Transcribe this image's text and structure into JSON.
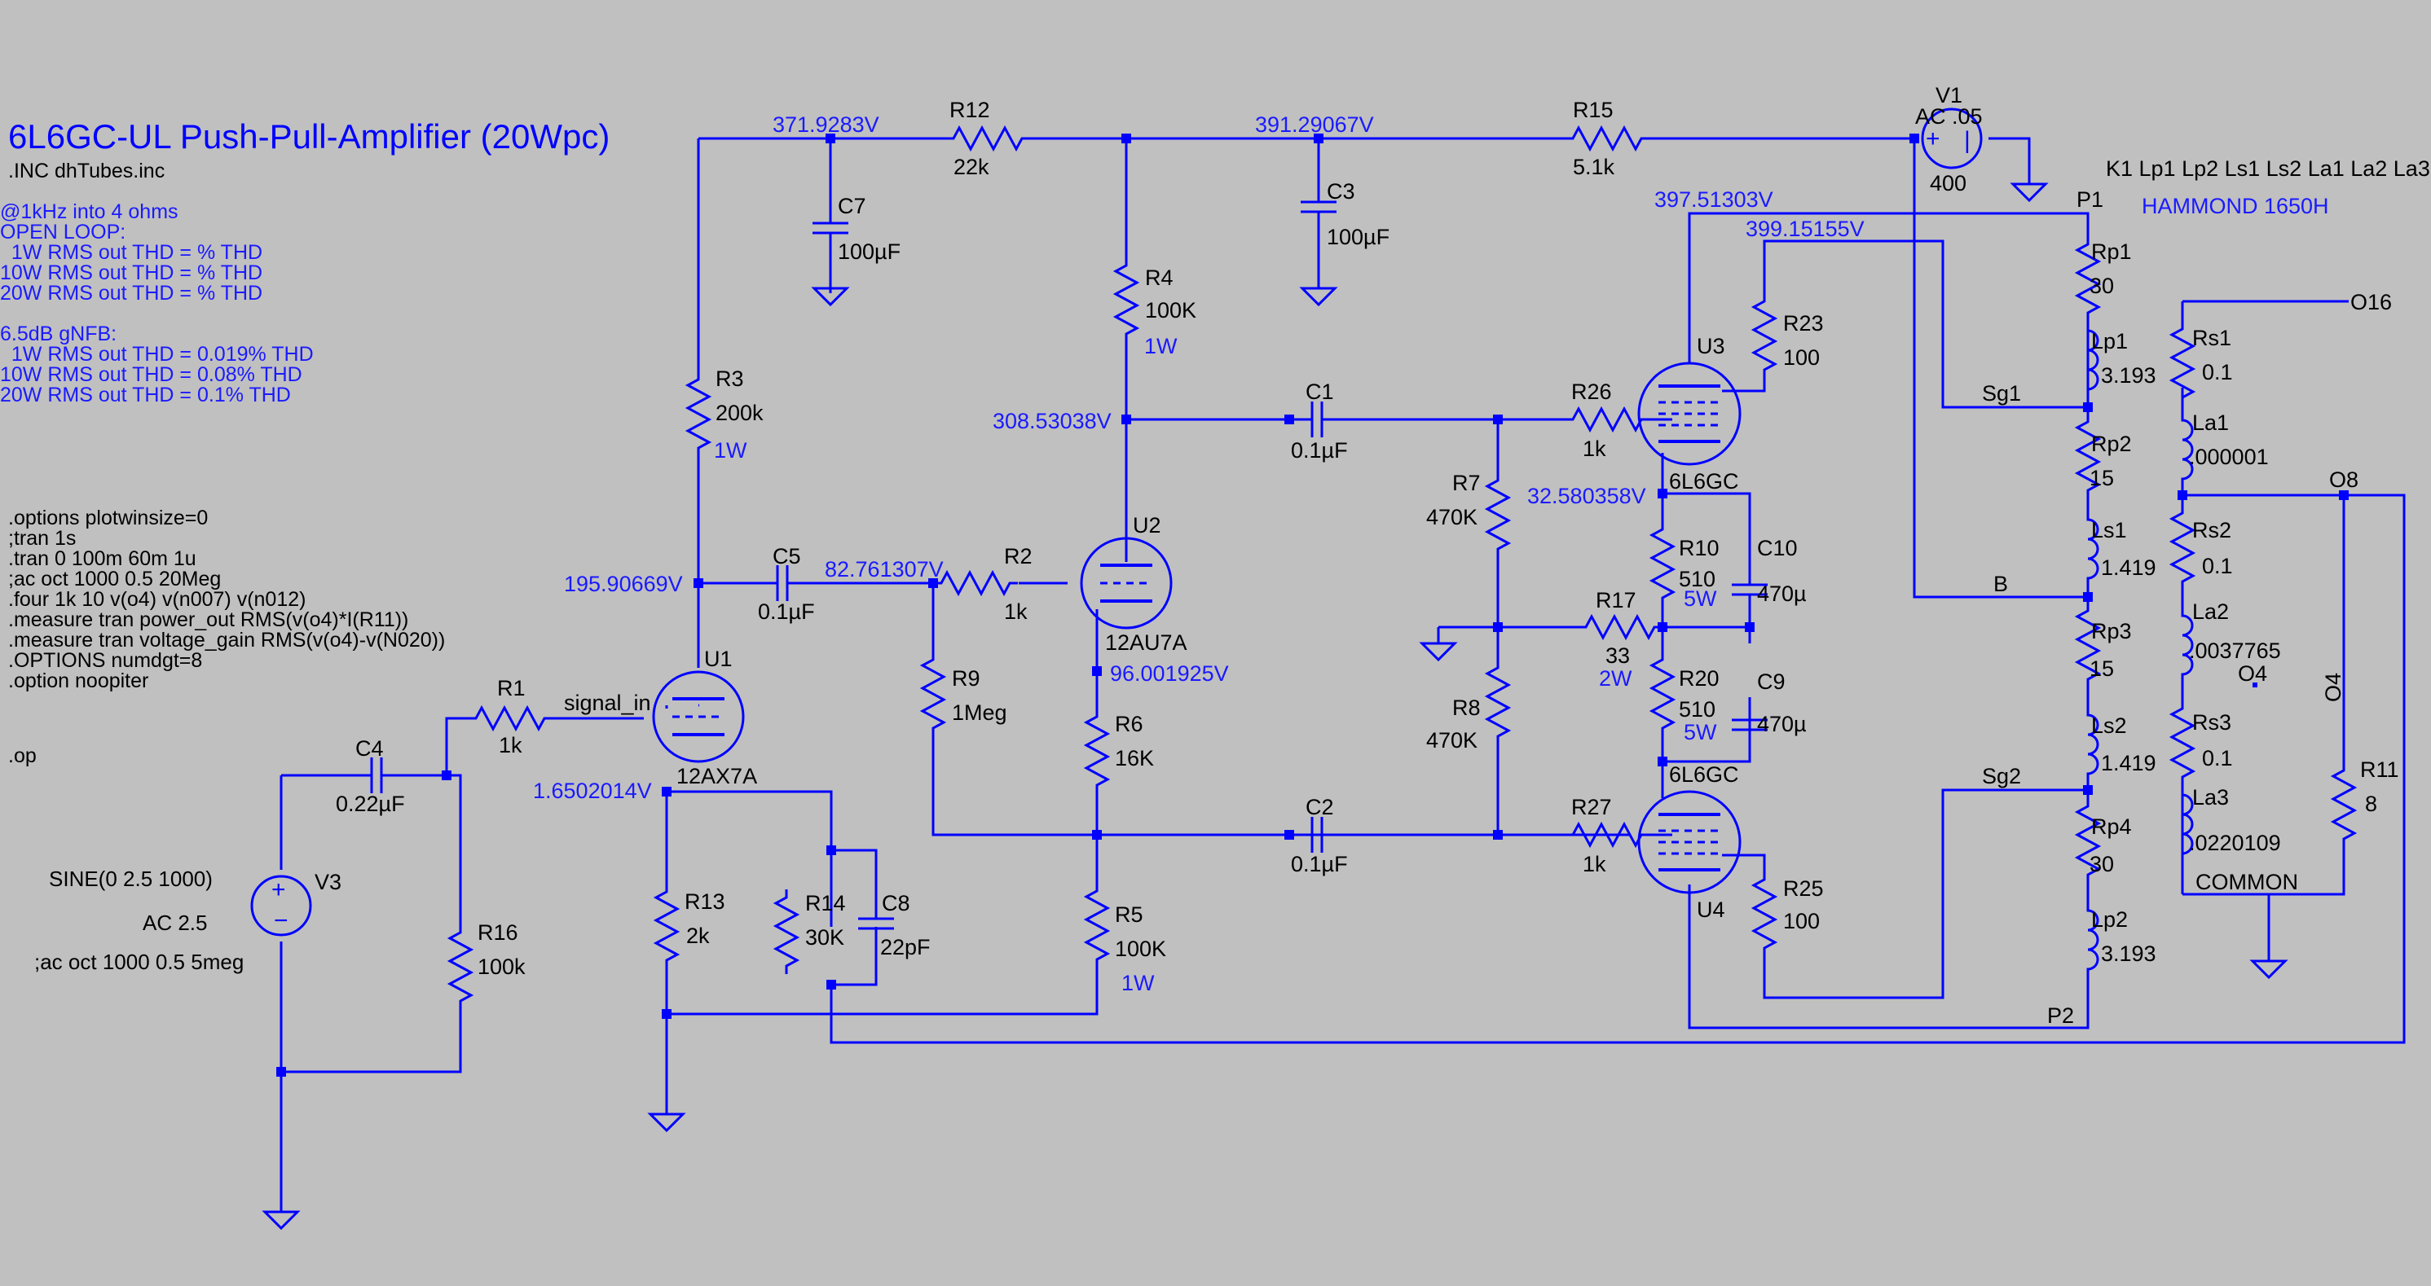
{
  "title": "6L6GC-UL Push-Pull-Amplifier (20Wpc)",
  "colors": {
    "background": "#c0c0c0",
    "wire": "#0000ff",
    "label": "#000000",
    "annotation": "#1a1aff"
  },
  "directives": {
    "include": ".INC dhTubes.inc",
    "results": [
      "@1kHz into 4 ohms",
      "OPEN LOOP:",
      "  1W RMS out THD = % THD",
      "10W RMS out THD = % THD",
      "20W RMS out THD = % THD",
      "",
      "6.5dB gNFB:",
      "  1W RMS out THD = 0.019% THD",
      "10W RMS out THD = 0.08% THD",
      "20W RMS out THD = 0.1% THD"
    ],
    "spice": [
      ".options plotwinsize=0",
      ";tran 1s",
      ".tran 0 100m 60m 1u",
      ";ac oct 1000 0.5 20Meg",
      ".four 1k 10 v(o4) v(n007) v(n012)",
      ".measure tran power_out RMS(v(o4)*I(R11))",
      ".measure tran voltage_gain RMS(v(o4)-v(N020))",
      ".OPTIONS numdgt=8",
      ".option noopiter"
    ],
    "op": ".op",
    "source": [
      "SINE(0 2.5 1000)",
      "AC 2.5",
      ";ac oct 1000 0.5 5meg"
    ]
  },
  "components": {
    "R1": [
      "R1",
      "1k"
    ],
    "R2": [
      "R2",
      "1k"
    ],
    "R3": [
      "R3",
      "200k",
      "1W"
    ],
    "R4": [
      "R4",
      "100K",
      "1W"
    ],
    "R5": [
      "R5",
      "100K",
      "1W"
    ],
    "R6": [
      "R6",
      "16K"
    ],
    "R7": [
      "R7",
      "470K"
    ],
    "R8": [
      "R8",
      "470K"
    ],
    "R9": [
      "R9",
      "1Meg"
    ],
    "R10": [
      "R10",
      "510",
      "5W"
    ],
    "R11": [
      "R11",
      "8"
    ],
    "R12": [
      "R12",
      "22k"
    ],
    "R13": [
      "R13",
      "2k"
    ],
    "R14": [
      "R14",
      "30K"
    ],
    "R15": [
      "R15",
      "5.1k"
    ],
    "R16": [
      "R16",
      "100k"
    ],
    "R17": [
      "R17",
      "33",
      "2W"
    ],
    "R20": [
      "R20",
      "510",
      "5W"
    ],
    "R23": [
      "R23",
      "100"
    ],
    "R25": [
      "R25",
      "100"
    ],
    "R26": [
      "R26",
      "1k"
    ],
    "R27": [
      "R27",
      "1k"
    ],
    "C1": [
      "C1",
      "0.1µF"
    ],
    "C2": [
      "C2",
      "0.1µF"
    ],
    "C3": [
      "C3",
      "100µF"
    ],
    "C4": [
      "C4",
      "0.22µF"
    ],
    "C5": [
      "C5",
      "0.1µF"
    ],
    "C7": [
      "C7",
      "100µF"
    ],
    "C8": [
      "C8",
      "22pF"
    ],
    "C9": [
      "C9",
      "470µ"
    ],
    "C10": [
      "C10",
      "470µ"
    ],
    "V1": [
      "V1",
      "AC .05",
      "400"
    ],
    "V3": [
      "V3"
    ],
    "U1": [
      "U1",
      "12AX7A"
    ],
    "U2": [
      "U2",
      "12AU7A"
    ],
    "U3": [
      "U3",
      "6L6GC"
    ],
    "U4": [
      "U4",
      "6L6GC"
    ],
    "Rp1": [
      "Rp1",
      "30"
    ],
    "Rp2": [
      "Rp2",
      "15"
    ],
    "Rp3": [
      "Rp3",
      "15"
    ],
    "Rp4": [
      "Rp4",
      "30"
    ],
    "Lp1": [
      "Lp1",
      "3.193"
    ],
    "Lp2": [
      "Lp2",
      "3.193"
    ],
    "Ls1": [
      "Ls1",
      "1.419"
    ],
    "Ls2": [
      "Ls2",
      "1.419"
    ],
    "Rs1": [
      "Rs1",
      "0.1"
    ],
    "Rs2": [
      "Rs2",
      "0.1"
    ],
    "Rs3": [
      "Rs3",
      "0.1"
    ],
    "La1": [
      "La1",
      ".000001"
    ],
    "La2": [
      "La2",
      ".0037765"
    ],
    "La3": [
      "La3",
      ".0220109"
    ]
  },
  "voltages": [
    "371.9283V",
    "391.29067V",
    "397.51303V",
    "399.15155V",
    "308.53038V",
    "195.90669V",
    "82.761307V",
    "96.001925V",
    "32.580358V",
    "1.6502014V"
  ],
  "nets": {
    "signal_in": "signal_in",
    "P1": "P1",
    "P2": "P2",
    "Sg1": "Sg1",
    "Sg2": "Sg2",
    "B": "B",
    "O16": "O16",
    "O8": "O8",
    "O4": "O4",
    "COMMON": "COMMON"
  },
  "transformer": {
    "coupling": "K1 Lp1 Lp2 Ls1 Ls2 La1 La2 La3",
    "model": "HAMMOND 1650H"
  }
}
